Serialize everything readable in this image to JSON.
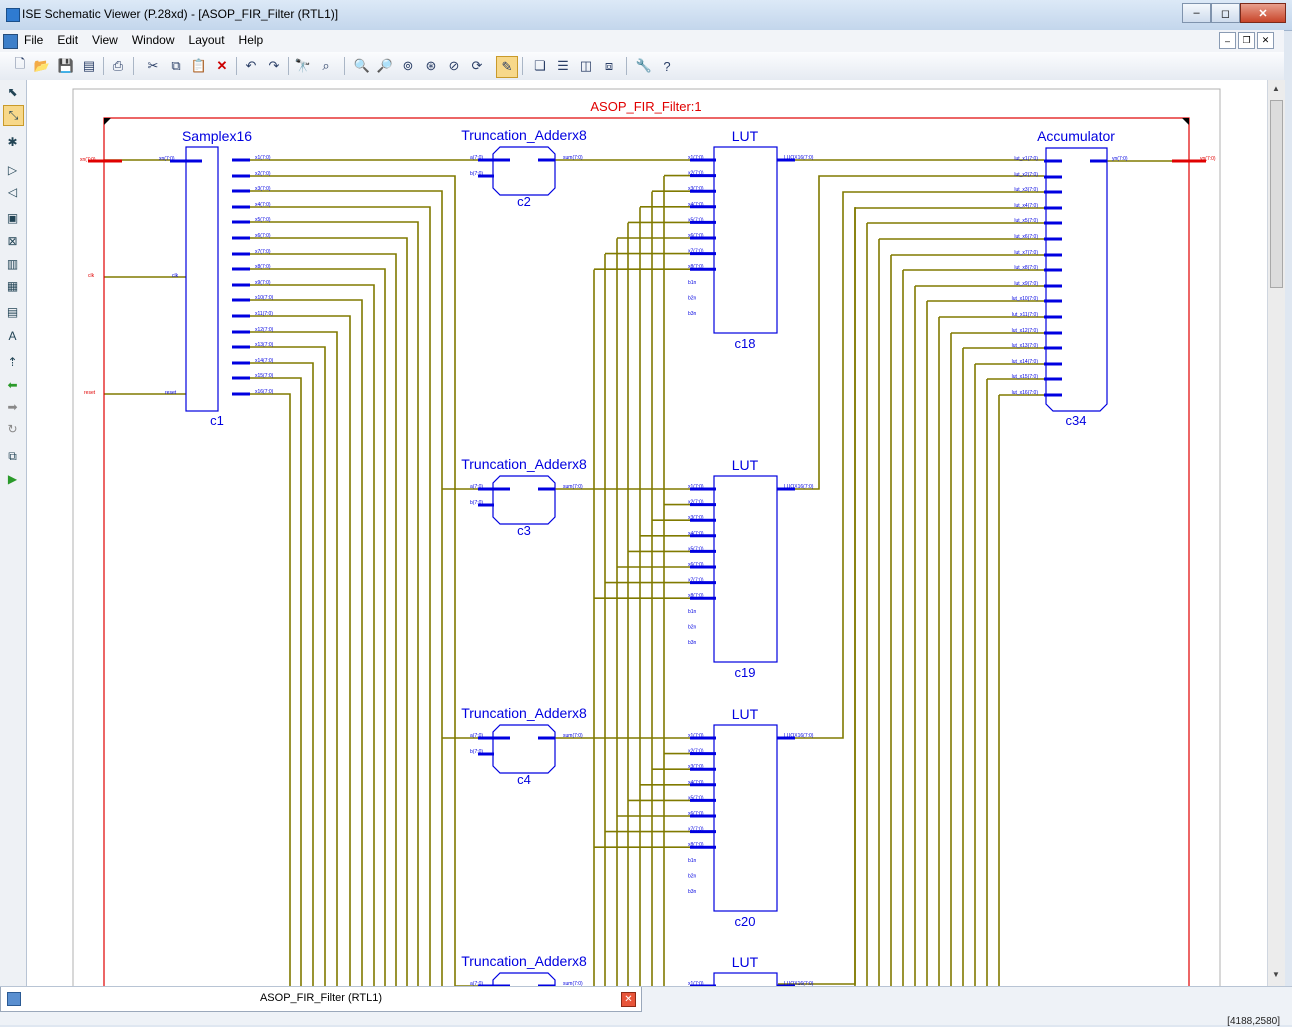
{
  "window": {
    "title": "ISE Schematic Viewer (P.28xd) - [ASOP_FIR_Filter (RTL1)]",
    "buttons": {
      "minimize": "–",
      "maximize": "◻",
      "close": "✕"
    }
  },
  "menu": {
    "items": [
      "File",
      "Edit",
      "View",
      "Window",
      "Layout",
      "Help"
    ]
  },
  "mdi_buttons": [
    "–",
    "❐",
    "✕"
  ],
  "schematic": {
    "top_title": "ASOP_FIR_Filter:1",
    "ports": {
      "input_xn": "xn(7:0)",
      "clk": "clk",
      "reset": "reset",
      "output_yn": "yn(7:0)"
    },
    "samplex": {
      "title": "Samplex16",
      "instance": "c1",
      "input_xn": "xn(7:0)",
      "input_clk": "clk",
      "input_reset": "reset",
      "outputs": [
        "x1(7:0)",
        "x2(7:0)",
        "x3(7:0)",
        "x4(7:0)",
        "x5(7:0)",
        "x6(7:0)",
        "x7(7:0)",
        "x8(7:0)",
        "x9(7:0)",
        "x10(7:0)",
        "x11(7:0)",
        "x12(7:0)",
        "x13(7:0)",
        "x14(7:0)",
        "x15(7:0)",
        "x16(7:0)"
      ]
    },
    "adders": [
      {
        "title": "Truncation_Adderx8",
        "instance": "c2",
        "in_a": "a(7:0)",
        "in_b": "b(7:0)",
        "out": "sum(7:0)"
      },
      {
        "title": "Truncation_Adderx8",
        "instance": "c3",
        "in_a": "a(7:0)",
        "in_b": "b(7:0)",
        "out": "sum(7:0)"
      },
      {
        "title": "Truncation_Adderx8",
        "instance": "c4",
        "in_a": "a(7:0)",
        "in_b": "b(7:0)",
        "out": "sum(7:0)"
      },
      {
        "title": "Truncation_Adderx8",
        "instance": "",
        "in_a": "a(7:0)",
        "in_b": "b(7:0)",
        "out": "sum(7:0)"
      }
    ],
    "luts": [
      {
        "title": "LUT",
        "instance": "c18",
        "out": "LUOX16(7:0)"
      },
      {
        "title": "LUT",
        "instance": "c19",
        "out": "LUOX16(7:0)"
      },
      {
        "title": "LUT",
        "instance": "c20",
        "out": "LUOX16(7:0)"
      },
      {
        "title": "LUT",
        "instance": "",
        "out": "LUOX16(7:0)"
      }
    ],
    "lut_inputs": [
      "x1(7:0)",
      "x2(7:0)",
      "x3(7:0)",
      "x4(7:0)",
      "x5(7:0)",
      "x6(7:0)",
      "x7(7:0)",
      "x8(7:0)",
      "b1n",
      "b2n",
      "b3n"
    ],
    "accumulator": {
      "title": "Accumulator",
      "instance": "c34",
      "out": "yn(7:0)",
      "inputs": [
        "lut_x1(7:0)",
        "lut_x2(7:0)",
        "lut_x3(7:0)",
        "lut_x4(7:0)",
        "lut_x5(7:0)",
        "lut_x6(7:0)",
        "lut_x7(7:0)",
        "lut_x8(7:0)",
        "lut_x9(7:0)",
        "lut_x10(7:0)",
        "lut_x11(7:0)",
        "lut_x12(7:0)",
        "lut_x13(7:0)",
        "lut_x14(7:0)",
        "lut_x15(7:0)",
        "lut_x16(7:0)"
      ]
    }
  },
  "status": {
    "tab_label": "ASOP_FIR_Filter (RTL1)",
    "coordinates": "[4188,2580]"
  }
}
